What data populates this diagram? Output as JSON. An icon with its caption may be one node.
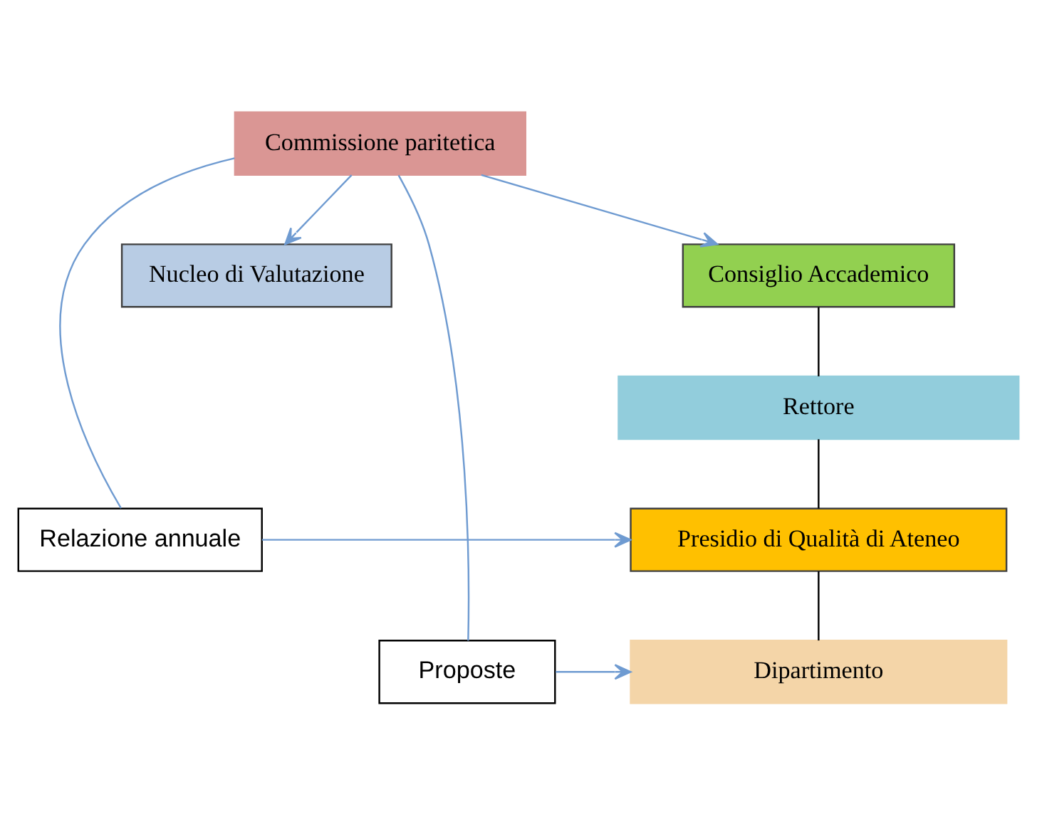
{
  "diagram": {
    "nodes": [
      {
        "text": [
          "Consiglio Accademico"
        ]
      },
      {
        "text": [
          "Nucleo di Valutazione"
        ]
      },
      {
        "text": [
          "Rettore"
        ]
      },
      {
        "text": [
          "Relazione annuale"
        ]
      },
      {
        "text": [
          "Presidio di Qualità di Ateneo"
        ]
      },
      {
        "text": [
          "Proposte"
        ]
      },
      {
        "text": [
          "Dipartimento"
        ]
      },
      {
        "text": [
          "Commissione paritetica"
        ]
      }
    ],
    "edges": [
      {
        "from": 7,
        "to": 1,
        "arrow": "to"
      },
      {
        "from": 7,
        "to": 0,
        "arrow": "to"
      },
      {
        "from": 7,
        "to": 3,
        "arrow": "none"
      },
      {
        "from": 3,
        "to": 4,
        "arrow": "to"
      },
      {
        "from": 7,
        "to": 5,
        "arrow": "none"
      },
      {
        "from": 5,
        "to": 6,
        "arrow": "to"
      },
      {
        "from": 0,
        "to": 2,
        "arrow": "none",
        "color": "#000000"
      },
      {
        "from": 2,
        "to": 4,
        "arrow": "none",
        "color": "#000000"
      },
      {
        "from": 4,
        "to": 6,
        "arrow": "none",
        "color": "#000000"
      }
    ]
  }
}
